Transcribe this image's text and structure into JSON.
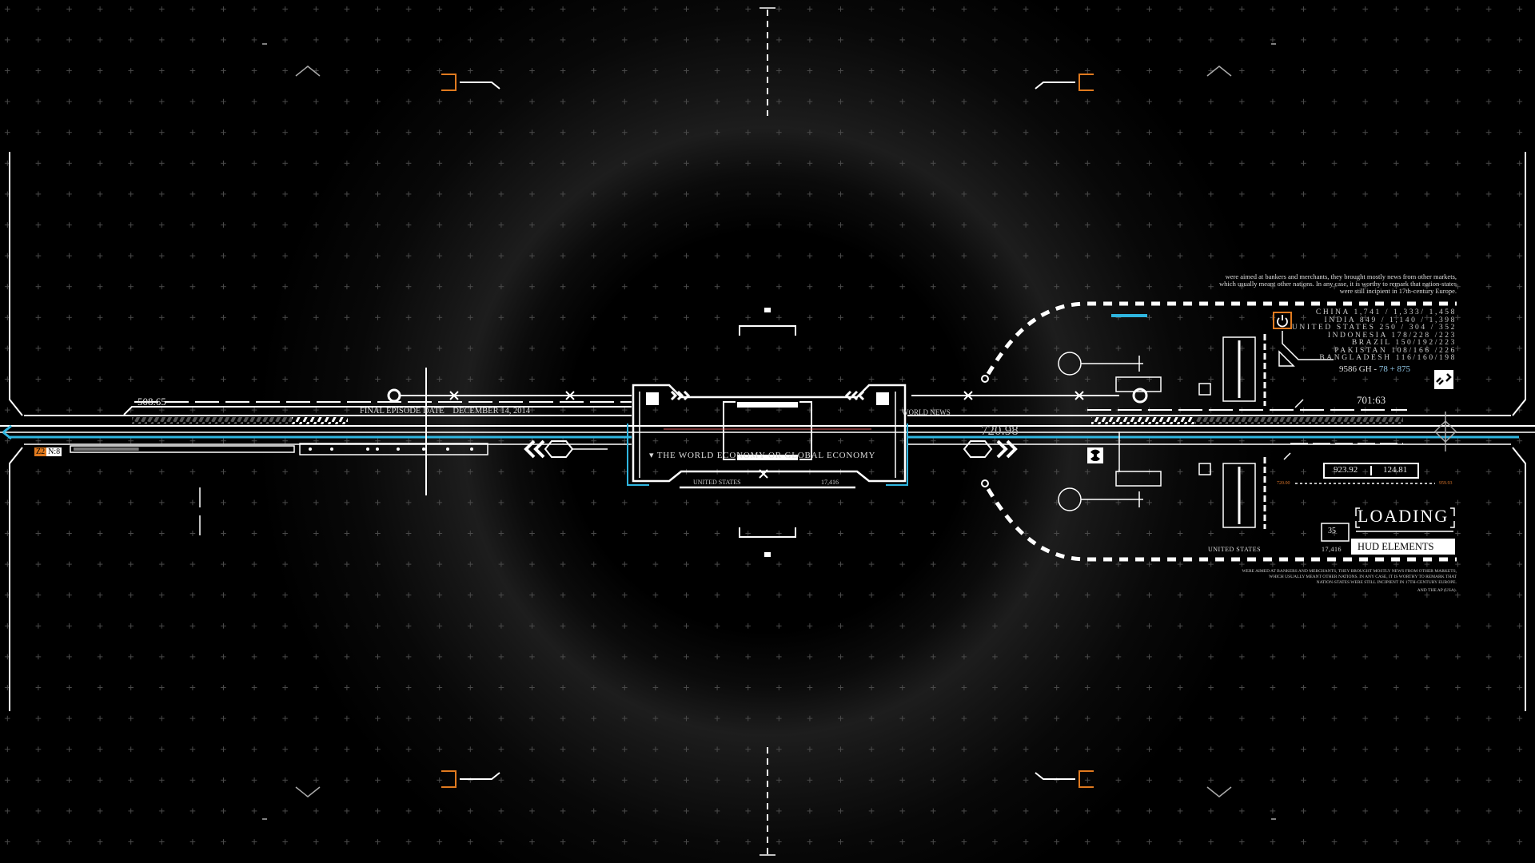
{
  "readouts": {
    "left_value": "508.65",
    "right_value": "701:63",
    "center_value": "720.98"
  },
  "left_panel": {
    "episode_label": "FINAL EPISODE DATE",
    "episode_date": "DECEMBER 14, 2014",
    "zone_badge": "Z2",
    "node_badge": "N:8",
    "progress": 0.3
  },
  "news_label": "WORLD NEWS",
  "center_panel": {
    "title": "THE WORLD ECONOMY OR GLOBAL ECONOMY",
    "country": "UNITED STATES",
    "value": "17,416"
  },
  "right_panel": {
    "intro_text": [
      "were aimed at bankers and merchants, they brought mostly news from other markets,",
      "which usually meant other nations. In any case, it is worthy to remark that nation-states",
      "were still incipient in 17th-century Europe."
    ],
    "countries": [
      {
        "name": "CHINA",
        "values": "1,741 / 1,333/ 1,458"
      },
      {
        "name": "INDIA",
        "values": "849 / 1,140 / 1,398"
      },
      {
        "name": "UNITED STATES",
        "values": "250 / 304 / 352"
      },
      {
        "name": "INDONESIA",
        "values": "178/228 /223"
      },
      {
        "name": "BRAZIL",
        "values": "150/192/223"
      },
      {
        "name": "PAKISTAN",
        "values": "108/166 /226"
      },
      {
        "name": "BANGLADESH",
        "values": "116/160/198"
      }
    ],
    "code_line": {
      "prefix": "9586 GH -",
      "mid": "78",
      "suffix": "+ 875"
    },
    "readout_a": "923.92",
    "readout_b": "124.81",
    "range_min": "720.00",
    "range_max": "959.93",
    "counter": "35",
    "country": "UNITED STATES",
    "value": "17,416",
    "loading": "LOADING",
    "subtitle": "HUD ELEMENTS",
    "footer_text": [
      "WERE AIMED AT BANKERS AND MERCHANTS, THEY BROUGHT MOSTLY NEWS FROM OTHER MARKETS,",
      "WHICH USUALLY MEANT OTHER NATIONS. IN ANY CASE, IT IS WORTHY TO REMARK THAT",
      "NATION-STATES WERE STILL INCIPIENT IN 17TH-CENTURY EUROPE."
    ],
    "footer_tail": "AND THE AP (USA)."
  },
  "colors": {
    "accent_cyan": "#2fb6e0",
    "accent_orange": "#e07a1f",
    "line": "#ffffff",
    "grid": "#4a4a4a"
  },
  "icons": [
    "power-icon",
    "link-icon",
    "radiation-icon",
    "crosshair-icon"
  ]
}
